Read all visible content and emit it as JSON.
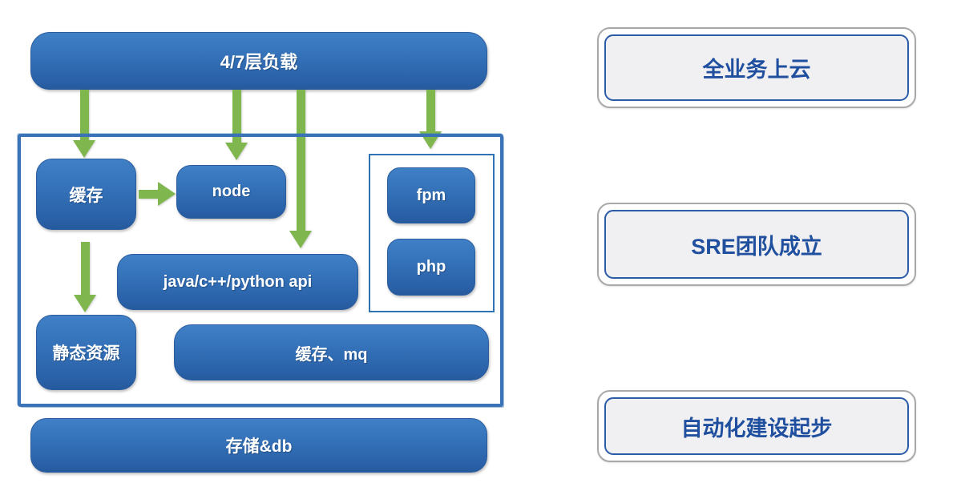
{
  "diagram": {
    "nodes": {
      "load": "4/7层负载",
      "cache": "缓存",
      "node": "node",
      "fpm": "fpm",
      "php": "php",
      "api": "java/c++/python api",
      "static": "静态资源",
      "cache_mq": "缓存、mq",
      "storage": "存储&db"
    }
  },
  "milestones": [
    {
      "label": "全业务上云"
    },
    {
      "label": "SRE团队成立"
    },
    {
      "label": "自动化建设起步"
    }
  ],
  "colors": {
    "box_blue_top": "#4080c6",
    "box_blue_bottom": "#265a9e",
    "arrow_green": "#7fb74e",
    "sketch_border": "#3b74b6",
    "group_border": "#2e74b5",
    "milestone_text": "#1f4f9e",
    "milestone_fill": "#f0f0f2",
    "milestone_outer_border": "#a9a9a9",
    "milestone_inner_border": "#2b5ca8"
  }
}
